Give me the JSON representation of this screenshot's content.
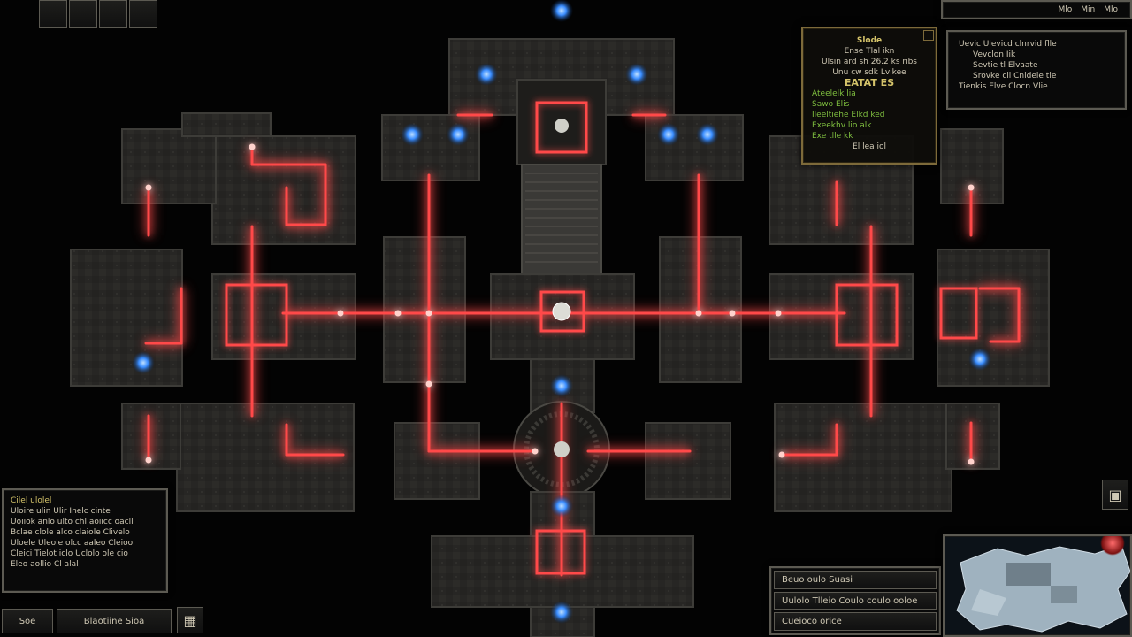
{
  "top_left_bar": {
    "slots": [
      "",
      "",
      "",
      ""
    ]
  },
  "top_right_bar": {
    "buttons": [
      "Mlo",
      "Min",
      "Mlo"
    ]
  },
  "quest_panel": {
    "title": "Slode",
    "lines": [
      "Ense Tlal ikn",
      "Ulsin ard sh 26.2 ks ribs",
      "Unu cw sdk Lvikee"
    ],
    "highlight": "EATAT ES",
    "green_lines": [
      "Ateelelk lia",
      "Sawo Elis",
      "Ileeltiehe Elkd ked",
      "Exeekhv lio alk",
      "Exe tlle kk"
    ],
    "footer": "El lea iol"
  },
  "objectives_panel": {
    "lines": [
      "Uevic Ulevicd clnrvid flle",
      "Vevclon Iik",
      "Sevtie tl Elvaate",
      "Srovke cli Cnldeie tie",
      "Tienkis Elve Clocn Vlie"
    ]
  },
  "chat_log": {
    "header": "Cilel ulolel",
    "lines": [
      "Uloire ulin Ulir Inelc cinte",
      "Uoiiok anlo ulto chl aoiicc oacll",
      "Bclae clole alco claiole Clivelo",
      "Uloele Uleole olcc aaleo Cleioo",
      "Cleici Tielot iclo Uclolo ole cio",
      "Eleo aollio Cl alal"
    ],
    "mini_buttons": [
      "Soe",
      "Blaotiine Sioa"
    ]
  },
  "command_buttons": [
    "Beuo oulo Suasi",
    "Uulolo Tlleio Coulo coulo ooloe",
    "Cueioco orice"
  ],
  "icons": {
    "journal": "journal-icon",
    "menu": "menu-icon"
  },
  "colors": {
    "laser": "#ff4a4a",
    "laser_core": "#ffd2cc",
    "portal": "#3a8dff",
    "frame": "#5c5a52",
    "gold": "#7d6a3a",
    "floor": "#2a2927"
  }
}
